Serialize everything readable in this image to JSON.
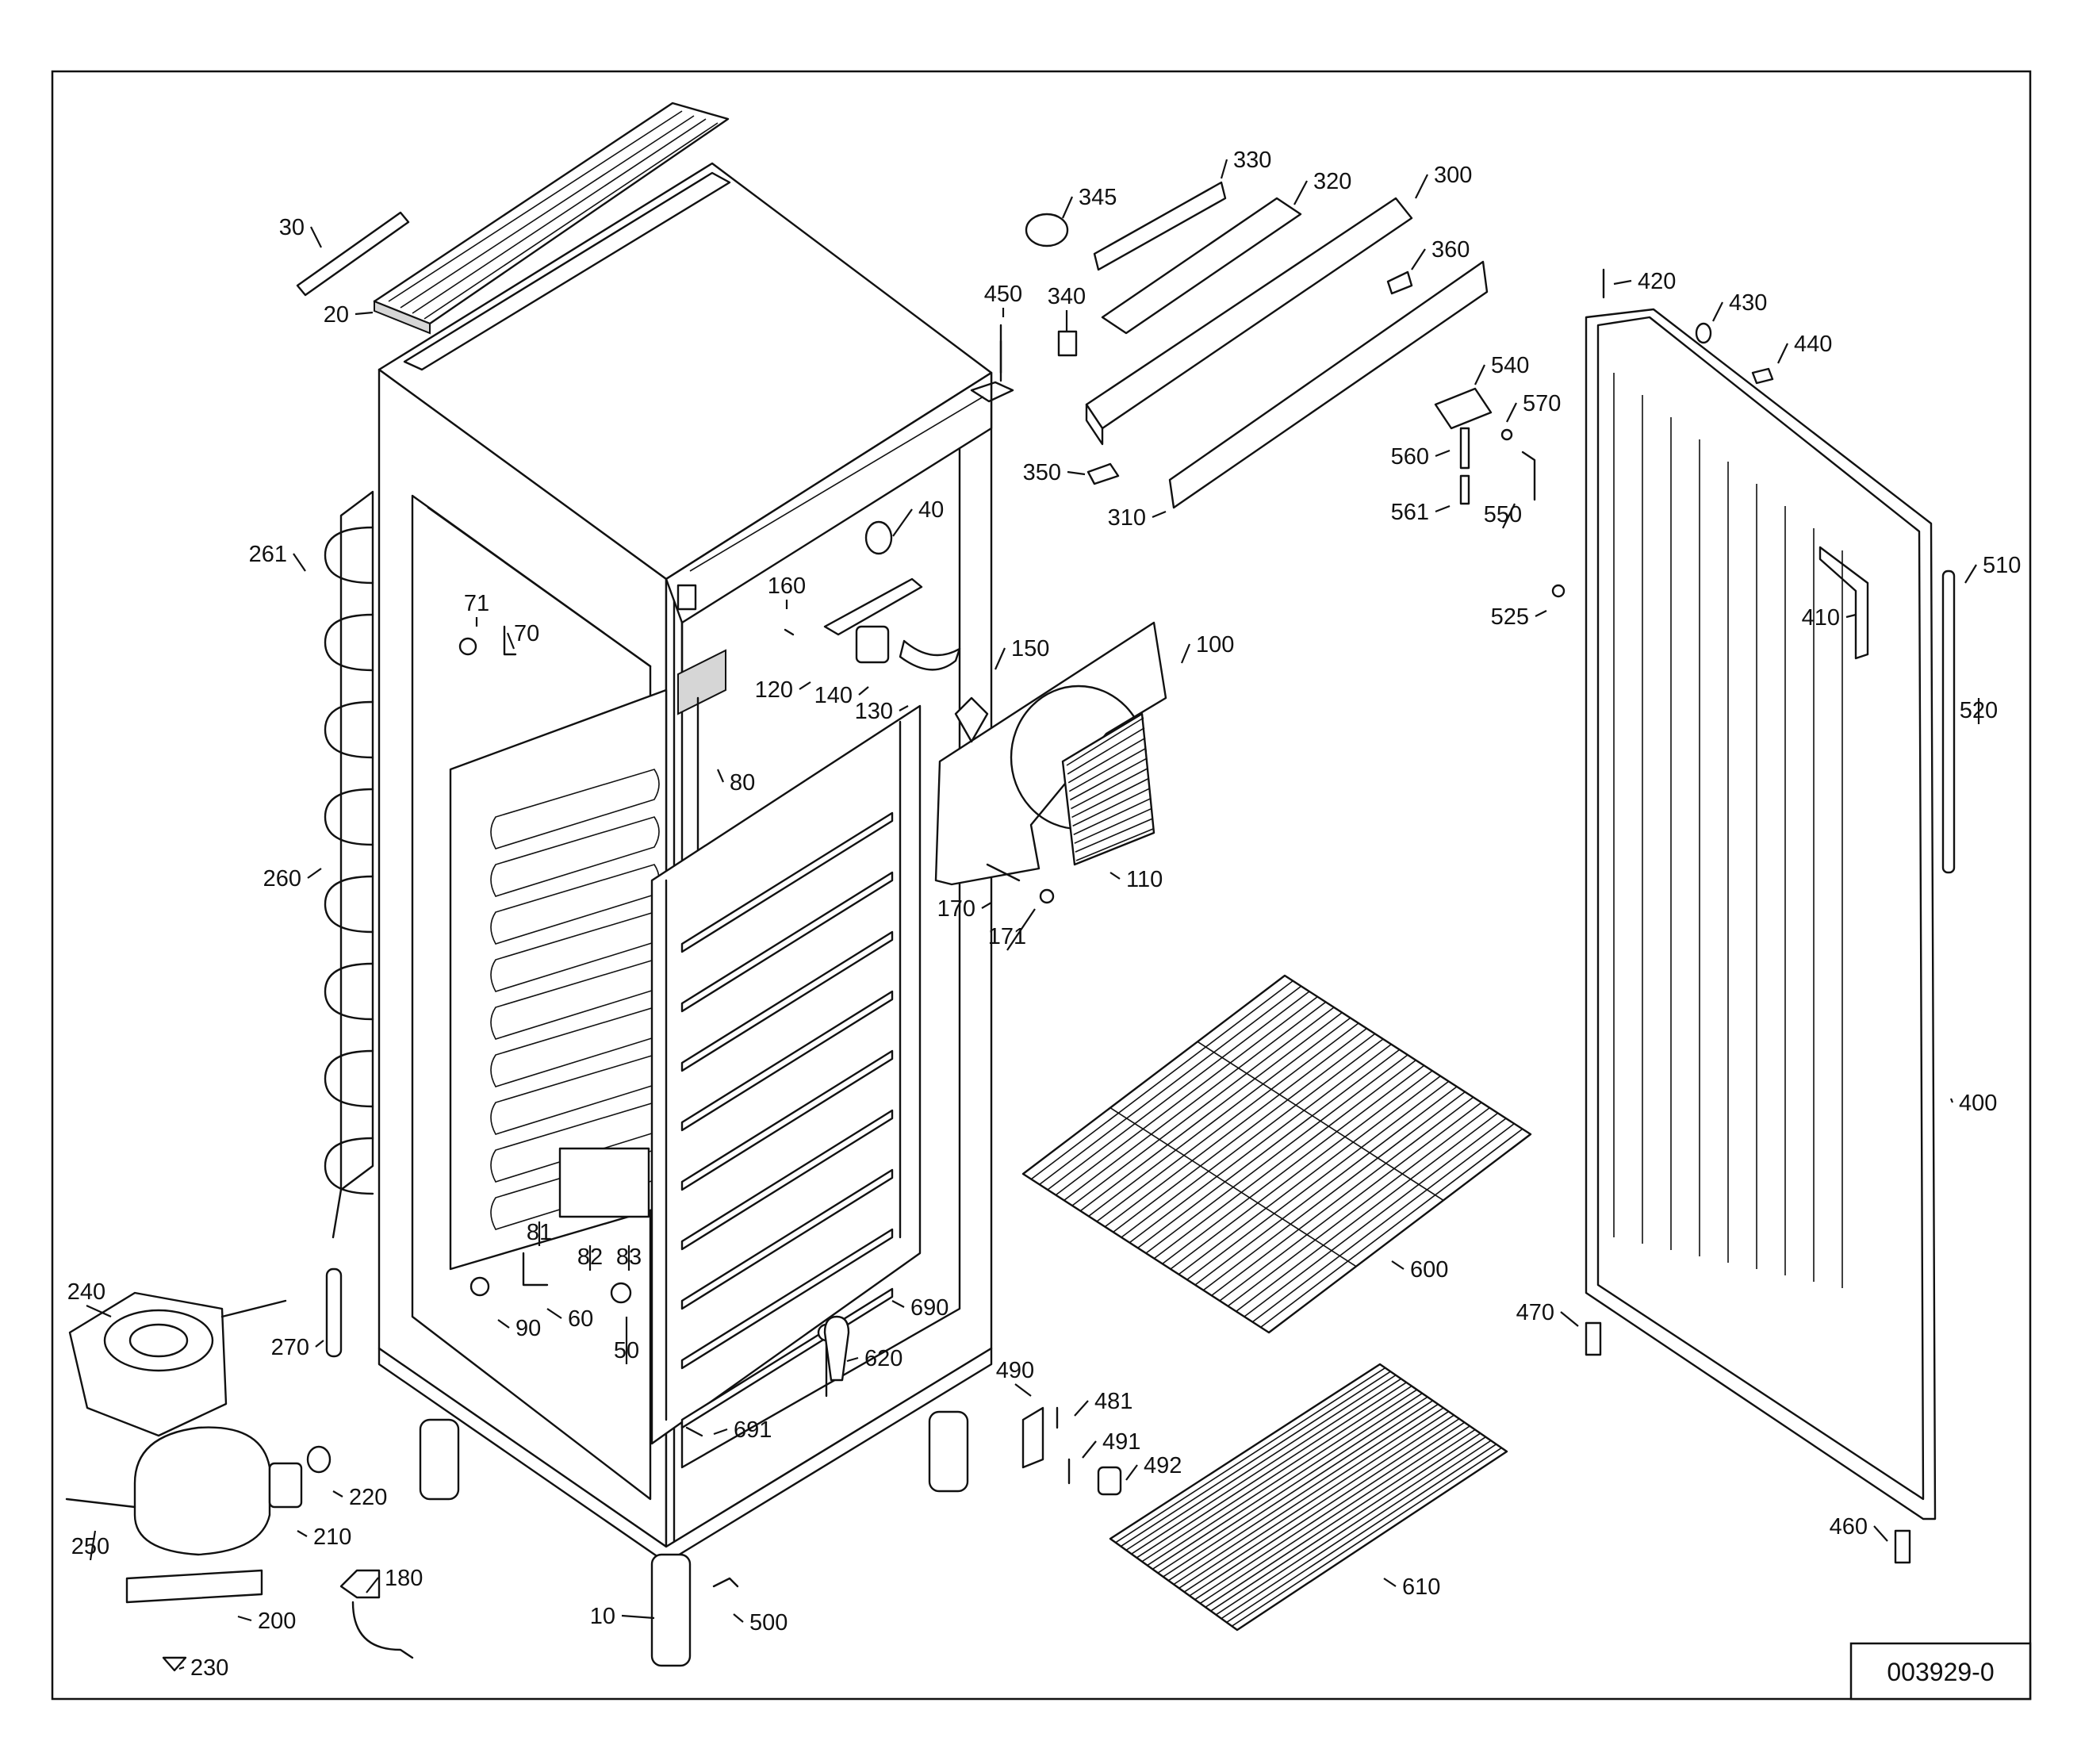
{
  "drawing_id": "003929-0",
  "callouts": [
    {
      "id": "10",
      "label": "10"
    },
    {
      "id": "20",
      "label": "20"
    },
    {
      "id": "30",
      "label": "30"
    },
    {
      "id": "40",
      "label": "40"
    },
    {
      "id": "50",
      "label": "50"
    },
    {
      "id": "60",
      "label": "60"
    },
    {
      "id": "70",
      "label": "70"
    },
    {
      "id": "71",
      "label": "71"
    },
    {
      "id": "80",
      "label": "80"
    },
    {
      "id": "81",
      "label": "81"
    },
    {
      "id": "82",
      "label": "82"
    },
    {
      "id": "83",
      "label": "83"
    },
    {
      "id": "90",
      "label": "90"
    },
    {
      "id": "100",
      "label": "100"
    },
    {
      "id": "110",
      "label": "110"
    },
    {
      "id": "120",
      "label": "120"
    },
    {
      "id": "130",
      "label": "130"
    },
    {
      "id": "140",
      "label": "140"
    },
    {
      "id": "150",
      "label": "150"
    },
    {
      "id": "160",
      "label": "160"
    },
    {
      "id": "170",
      "label": "170"
    },
    {
      "id": "171",
      "label": "171"
    },
    {
      "id": "180",
      "label": "180"
    },
    {
      "id": "200",
      "label": "200"
    },
    {
      "id": "210",
      "label": "210"
    },
    {
      "id": "220",
      "label": "220"
    },
    {
      "id": "230",
      "label": "230"
    },
    {
      "id": "240",
      "label": "240"
    },
    {
      "id": "250",
      "label": "250"
    },
    {
      "id": "260",
      "label": "260"
    },
    {
      "id": "261",
      "label": "261"
    },
    {
      "id": "270",
      "label": "270"
    },
    {
      "id": "300",
      "label": "300"
    },
    {
      "id": "310",
      "label": "310"
    },
    {
      "id": "320",
      "label": "320"
    },
    {
      "id": "330",
      "label": "330"
    },
    {
      "id": "340",
      "label": "340"
    },
    {
      "id": "345",
      "label": "345"
    },
    {
      "id": "350",
      "label": "350"
    },
    {
      "id": "360",
      "label": "360"
    },
    {
      "id": "400",
      "label": "400"
    },
    {
      "id": "410",
      "label": "410"
    },
    {
      "id": "420",
      "label": "420"
    },
    {
      "id": "430",
      "label": "430"
    },
    {
      "id": "440",
      "label": "440"
    },
    {
      "id": "450",
      "label": "450"
    },
    {
      "id": "460",
      "label": "460"
    },
    {
      "id": "470",
      "label": "470"
    },
    {
      "id": "481",
      "label": "481"
    },
    {
      "id": "490",
      "label": "490"
    },
    {
      "id": "491",
      "label": "491"
    },
    {
      "id": "492",
      "label": "492"
    },
    {
      "id": "500",
      "label": "500"
    },
    {
      "id": "510",
      "label": "510"
    },
    {
      "id": "520",
      "label": "520"
    },
    {
      "id": "525",
      "label": "525"
    },
    {
      "id": "540",
      "label": "540"
    },
    {
      "id": "550",
      "label": "550"
    },
    {
      "id": "560",
      "label": "560"
    },
    {
      "id": "561",
      "label": "561"
    },
    {
      "id": "570",
      "label": "570"
    },
    {
      "id": "600",
      "label": "600"
    },
    {
      "id": "610",
      "label": "610"
    },
    {
      "id": "620",
      "label": "620"
    },
    {
      "id": "690",
      "label": "690"
    },
    {
      "id": "691",
      "label": "691"
    }
  ]
}
